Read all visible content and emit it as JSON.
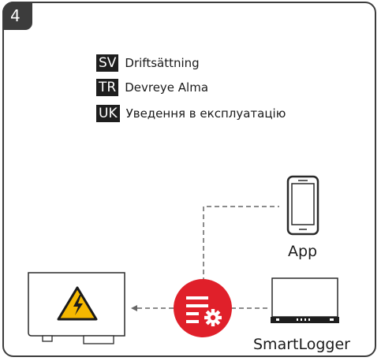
{
  "step": {
    "number": "4"
  },
  "languages": [
    {
      "code": "SV",
      "text": "Driftsättning"
    },
    {
      "code": "TR",
      "text": "Devreye Alma"
    },
    {
      "code": "UK",
      "text": "Уведення в експлуатацію"
    }
  ],
  "devices": {
    "app_label": "App",
    "smartlogger_label": "SmartLogger"
  },
  "icons": {
    "hub": "settings-list-icon",
    "phone": "smartphone-icon",
    "logger": "smartlogger-device-icon",
    "inverter": "inverter-high-voltage-warning-icon"
  },
  "colors": {
    "accent": "#e0202a",
    "warning_yellow": "#f5b800",
    "frame": "#3c3c3c"
  }
}
